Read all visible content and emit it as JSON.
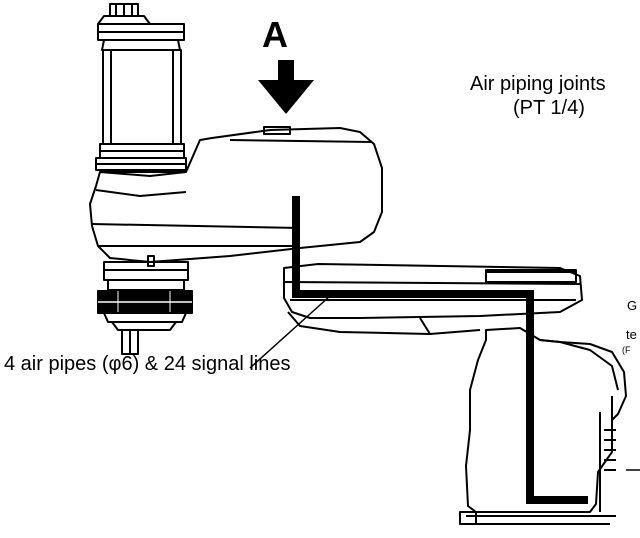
{
  "figure": {
    "view_letter": "A",
    "air_joints_line1": "Air piping joints",
    "air_joints_line2": "(PT 1/4)",
    "pipes_label": "4 air pipes (φ6) & 24 signal lines",
    "cut_off_text_1": "G",
    "cut_off_text_2": "te",
    "cut_off_text_3": "(F"
  },
  "icons": {
    "view_arrow": "down-arrow-icon"
  },
  "colors": {
    "line": "#000000",
    "background": "#ffffff"
  }
}
